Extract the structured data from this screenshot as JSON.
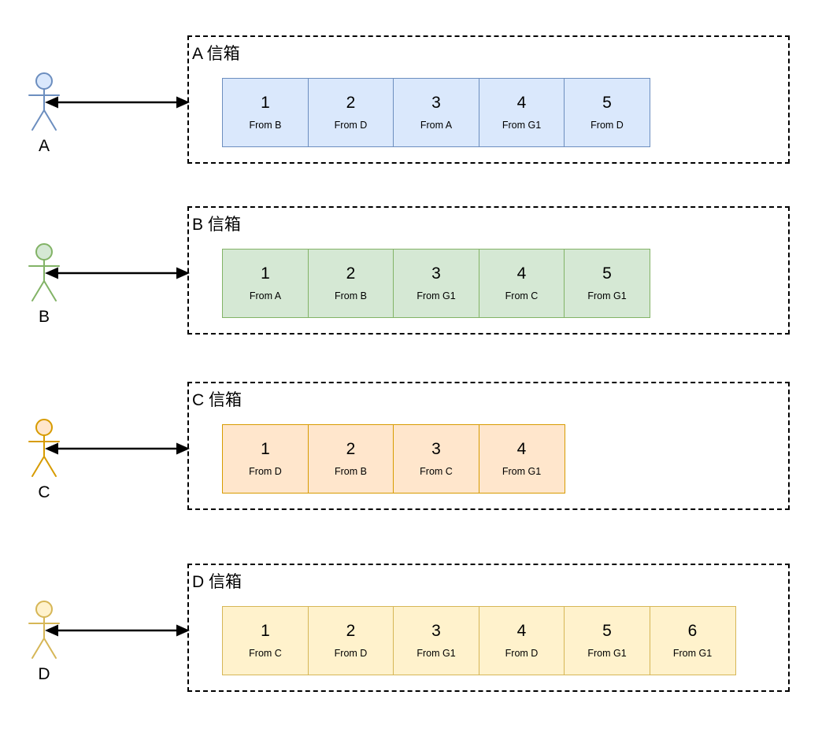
{
  "diagram": {
    "background": "#ffffff",
    "line_color": "#000000",
    "icons": {
      "actor": "person-icon",
      "connector": "double-arrow-icon"
    }
  },
  "mailboxes": [
    {
      "actor": "A",
      "title": "A 信箱",
      "fill": "#dae8fc",
      "stroke": "#6c8ebf",
      "cells": [
        {
          "num": "1",
          "from": "From B"
        },
        {
          "num": "2",
          "from": "From D"
        },
        {
          "num": "3",
          "from": "From A"
        },
        {
          "num": "4",
          "from": "From G1"
        },
        {
          "num": "5",
          "from": "From D"
        }
      ]
    },
    {
      "actor": "B",
      "title": "B 信箱",
      "fill": "#d5e8d4",
      "stroke": "#82b366",
      "cells": [
        {
          "num": "1",
          "from": "From A"
        },
        {
          "num": "2",
          "from": "From B"
        },
        {
          "num": "3",
          "from": "From G1"
        },
        {
          "num": "4",
          "from": "From C"
        },
        {
          "num": "5",
          "from": "From G1"
        }
      ]
    },
    {
      "actor": "C",
      "title": "C 信箱",
      "fill": "#ffe6cc",
      "stroke": "#d79b00",
      "cells": [
        {
          "num": "1",
          "from": "From D"
        },
        {
          "num": "2",
          "from": "From B"
        },
        {
          "num": "3",
          "from": "From C"
        },
        {
          "num": "4",
          "from": "From G1"
        }
      ]
    },
    {
      "actor": "D",
      "title": "D 信箱",
      "fill": "#fff2cc",
      "stroke": "#d6b656",
      "cells": [
        {
          "num": "1",
          "from": "From C"
        },
        {
          "num": "2",
          "from": "From D"
        },
        {
          "num": "3",
          "from": "From G1"
        },
        {
          "num": "4",
          "from": "From D"
        },
        {
          "num": "5",
          "from": "From G1"
        },
        {
          "num": "6",
          "from": "From G1"
        }
      ]
    }
  ],
  "layout": {
    "row_tops": [
      45,
      262,
      485,
      716
    ]
  }
}
